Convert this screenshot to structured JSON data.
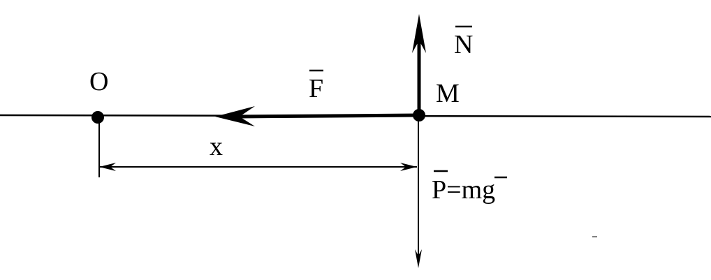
{
  "labels": {
    "origin": "O",
    "point": "M",
    "force": "F",
    "normal": "N",
    "distance": "x",
    "weight_left": "P",
    "weight_equals": "=m",
    "weight_g": "g"
  },
  "colors": {
    "ink": "#000000",
    "background": "#ffffff"
  }
}
